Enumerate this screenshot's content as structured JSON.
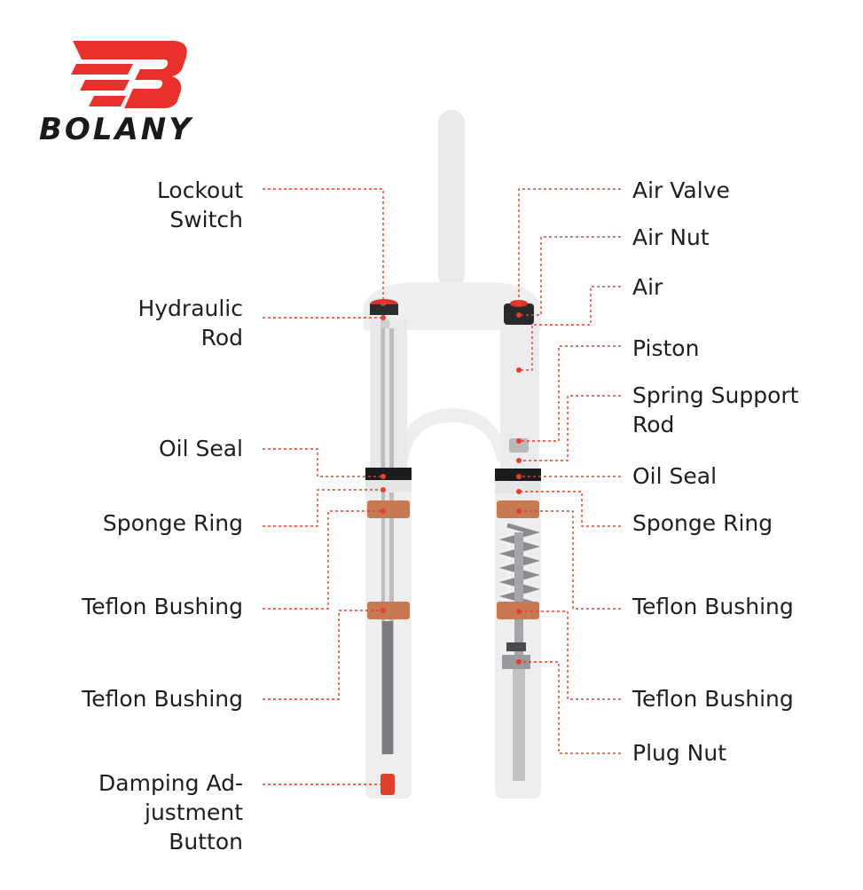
{
  "brand": {
    "name": "BOLANY",
    "logo_color": "#e8312a"
  },
  "colors": {
    "accent": "#e0402e",
    "fork_body": "#eeeeef",
    "stanchion": "#c7c7c9",
    "bushing": "#c77a52"
  },
  "left_labels": [
    {
      "id": "lockout-switch",
      "lines": [
        "Lockout",
        "Switch"
      ]
    },
    {
      "id": "hydraulic-rod",
      "lines": [
        "Hydraulic",
        "Rod"
      ]
    },
    {
      "id": "oil-seal",
      "lines": [
        "Oil Seal"
      ]
    },
    {
      "id": "sponge-ring",
      "lines": [
        "Sponge Ring"
      ]
    },
    {
      "id": "teflon-bushing-1",
      "lines": [
        "Teflon Bushing"
      ]
    },
    {
      "id": "teflon-bushing-2",
      "lines": [
        "Teflon Bushing"
      ]
    },
    {
      "id": "damping-adjustment-button",
      "lines": [
        "Damping Ad-",
        "justment",
        "Button"
      ]
    }
  ],
  "right_labels": [
    {
      "id": "air-valve",
      "lines": [
        "Air Valve"
      ]
    },
    {
      "id": "air-nut",
      "lines": [
        "Air Nut"
      ]
    },
    {
      "id": "air",
      "lines": [
        "Air"
      ]
    },
    {
      "id": "piston",
      "lines": [
        "Piston"
      ]
    },
    {
      "id": "spring-support-rod",
      "lines": [
        "Spring Support",
        "Rod"
      ]
    },
    {
      "id": "oil-seal",
      "lines": [
        "Oil Seal"
      ]
    },
    {
      "id": "sponge-ring",
      "lines": [
        "Sponge Ring"
      ]
    },
    {
      "id": "teflon-bushing-1",
      "lines": [
        "Teflon Bushing"
      ]
    },
    {
      "id": "teflon-bushing-2",
      "lines": [
        "Teflon Bushing"
      ]
    },
    {
      "id": "plug-nut",
      "lines": [
        "Plug Nut"
      ]
    }
  ]
}
